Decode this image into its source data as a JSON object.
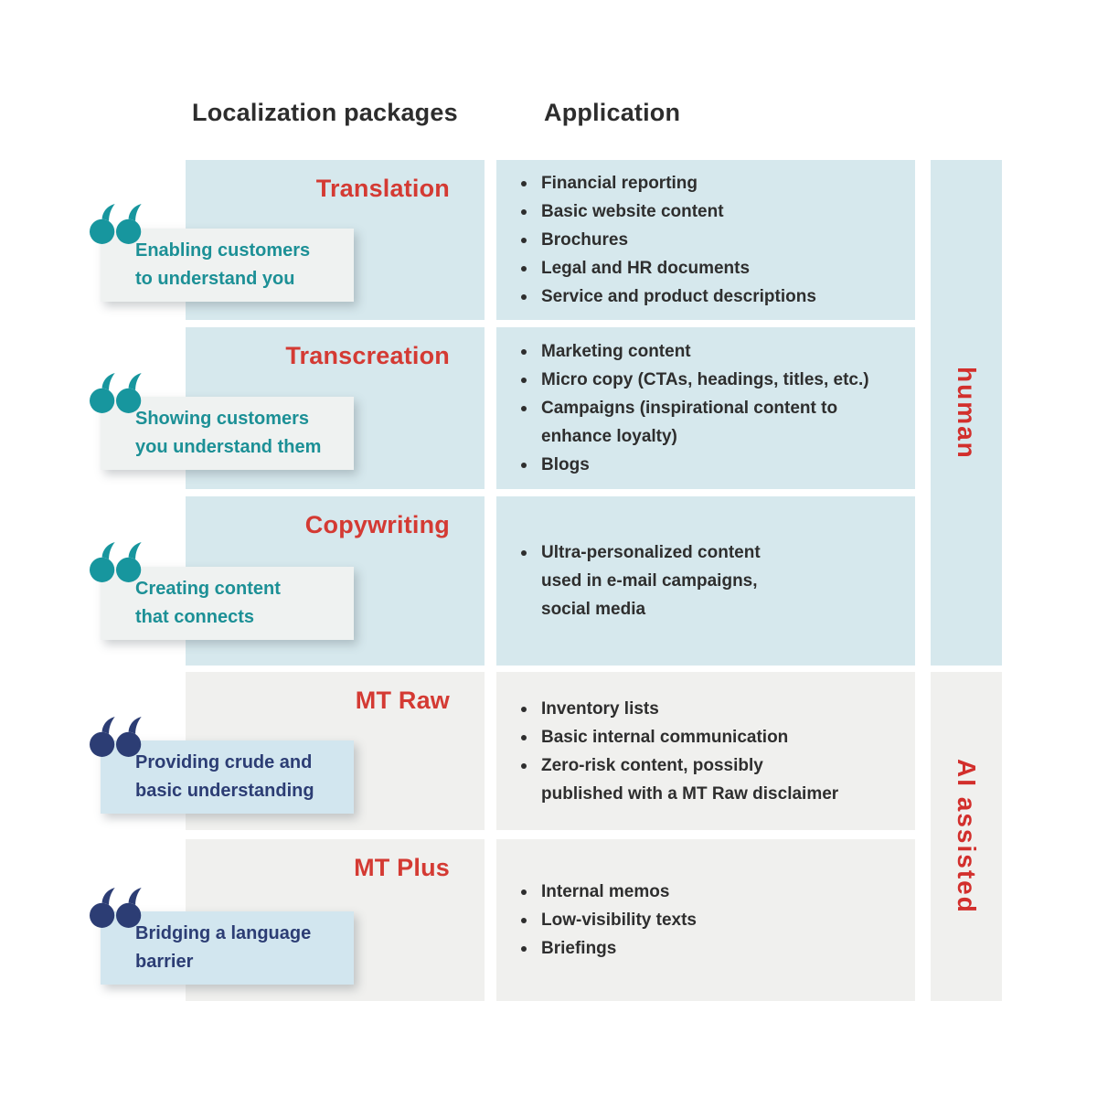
{
  "header": {
    "packages_label": "Localization packages",
    "application_label": "Application"
  },
  "rows": [
    {
      "title": "Translation",
      "quote": "Enabling customers\nto understand you",
      "items": [
        "Financial reporting",
        "Basic website content",
        "Brochures",
        "Legal and HR documents",
        "Service and product descriptions"
      ]
    },
    {
      "title": "Transcreation",
      "quote": "Showing customers\nyou understand them",
      "items": [
        "Marketing content",
        "Micro copy (CTAs, headings, titles, etc.)",
        "Campaigns (inspirational content to\nenhance loyalty)",
        "Blogs"
      ]
    },
    {
      "title": "Copywriting",
      "quote": "Creating content\nthat connects",
      "items": [
        "Ultra-personalized content\nused in e-mail campaigns,\nsocial media"
      ]
    },
    {
      "title": "MT Raw",
      "quote": "Providing crude and\nbasic understanding",
      "items": [
        "Inventory lists",
        "Basic internal communication",
        "Zero-risk content, possibly\npublished with a MT Raw disclaimer"
      ]
    },
    {
      "title": "MT Plus",
      "quote": "Bridging a language\nbarrier",
      "items": [
        "Internal memos",
        "Low-visibility texts",
        "Briefings"
      ]
    }
  ],
  "sidebar": {
    "human_label": "human",
    "ai_label": "AI assisted"
  },
  "colors": {
    "accent_red": "#d43a33",
    "teal": "#17969e",
    "navy": "#2c3d74",
    "panel_blue": "#d6e8ed",
    "panel_gray": "#f0f0ee",
    "quote_box_gray": "#eff2f1",
    "quote_box_blue": "#d2e6ef",
    "text_dark": "#2e2e2e"
  }
}
